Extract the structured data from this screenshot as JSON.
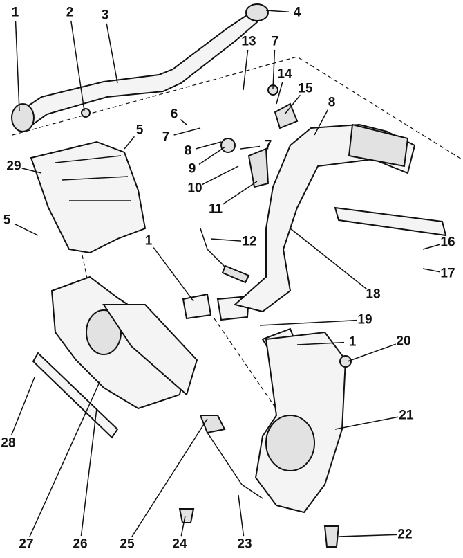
{
  "diagram": {
    "type": "exploded-parts-view",
    "callouts": [
      "1",
      "2",
      "3",
      "4",
      "13",
      "7",
      "14",
      "15",
      "8",
      "6",
      "7",
      "8",
      "7",
      "9",
      "10",
      "11",
      "5",
      "29",
      "5",
      "12",
      "16",
      "17",
      "18",
      "1",
      "19",
      "1",
      "20",
      "21",
      "28",
      "27",
      "26",
      "25",
      "24",
      "23",
      "22"
    ]
  }
}
